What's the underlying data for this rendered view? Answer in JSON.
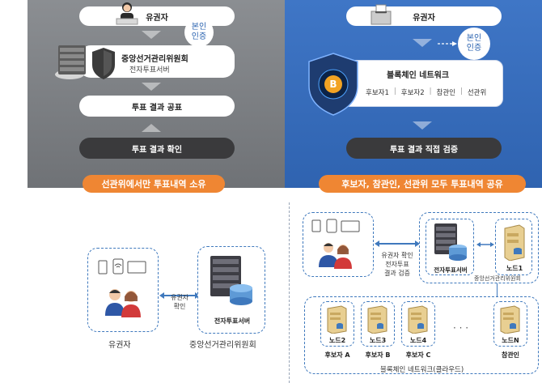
{
  "left": {
    "voter": "유권자",
    "auth": [
      "본인",
      "인증"
    ],
    "nec": "중앙선거관리위원회",
    "server": "전자투표서버",
    "announce": "투표 결과 공표",
    "confirm": "투표 결과 확인",
    "banner": "선관위에서만 투표내역 소유"
  },
  "right": {
    "voter": "유권자",
    "auth": [
      "본인",
      "인증"
    ],
    "network": "블록체인 네트워크",
    "members": [
      "후보자1",
      "후보자2",
      "참관인",
      "선관위"
    ],
    "verify": "투표 결과 직접 검증",
    "banner": "후보자, 참관인, 선관위 모두 투표내역 공유"
  },
  "bottom_left": {
    "link": [
      "유권자",
      "확인"
    ],
    "server": "전자투표서버",
    "voter": "유권자",
    "nec": "중앙선거관리위원회"
  },
  "bottom_right": {
    "link": [
      "유권자 확인",
      "전자투표",
      "결과 검증"
    ],
    "server": "전자투표서버",
    "node1": "노드1",
    "nec": "중앙선거관리위원회",
    "nodes": [
      "노드2",
      "노드3",
      "노드4",
      "노드N"
    ],
    "nodes_owner": [
      "후보자 A",
      "후보자 B",
      "후보자 C",
      "참관인"
    ],
    "dots": "· · ·",
    "cloud": "블록체인 네트워크(클라우드)"
  },
  "colors": {
    "left_bg": "#7d8084",
    "right_bg": "#3a6fbe",
    "banner": "#ef8633",
    "dash": "#3f79bd"
  }
}
